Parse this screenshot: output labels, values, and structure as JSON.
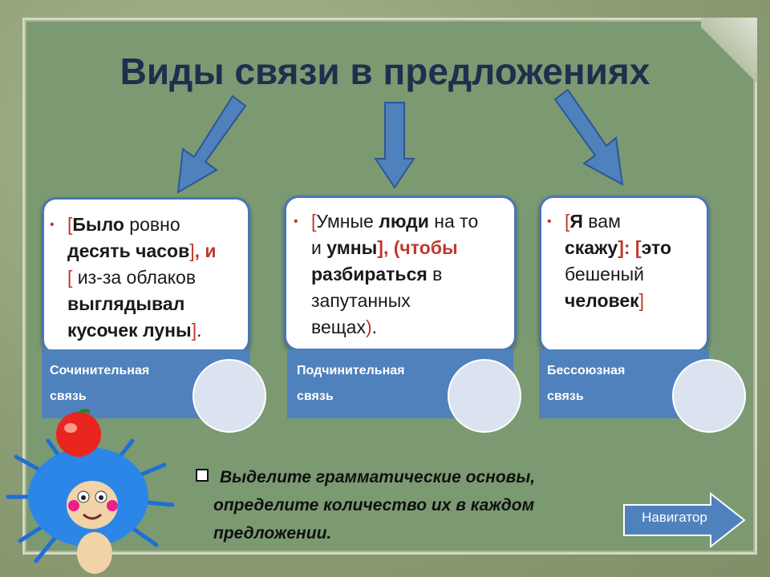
{
  "slide": {
    "title": "Виды связи в предложениях"
  },
  "cards": [
    {
      "category": "Сочинительная связь",
      "category_line1": "Сочинительная",
      "category_line2": "связь",
      "lines": {
        "l1_bracket": "[",
        "l1_bold": "Было",
        "l1_rest": " ровно",
        "l2_bold": "десять часов",
        "l2_bracket": "]",
        "l2_conj": ", и",
        "l3_bracket": "[",
        "l3_rest": " из-за облаков",
        "l4_bold": "выглядывал",
        "l5_bold": "кусочек луны",
        "l5_bracket": "]",
        "l5_end": "."
      }
    },
    {
      "category": "Подчинительная связь",
      "category_line1": "Подчинительная",
      "category_line2": "связь",
      "lines": {
        "l1_bracket": "[",
        "l1_rest": "Умные ",
        "l1_bold": "люди",
        "l1_rest2": " на то",
        "l2_rest": "и ",
        "l2_bold": "умны",
        "l2_bracket": "], (чтобы",
        "l3_bold": "разбираться",
        "l3_rest": " в",
        "l4_rest": "запутанных",
        "l5_rest": "вещах",
        "l5_bracket": ")",
        "l5_end": "."
      }
    },
    {
      "category": "Бессоюзная связь",
      "category_line1": "Бессоюзная",
      "category_line2": "связь",
      "lines": {
        "l1_bracket": "[",
        "l1_bold": "Я",
        "l1_rest": " вам",
        "l2_bold": "скажу",
        "l2_bracket": "]: [",
        "l2_bold2": "это",
        "l3_rest": "бешеный",
        "l4_bold": "человек",
        "l4_bracket": "]"
      }
    }
  ],
  "task": {
    "line1": "Выделите грамматические основы,",
    "line2": "определите количество их в каждом",
    "line3": "предложении."
  },
  "navigator": {
    "label": "Навигатор"
  },
  "colors": {
    "background": "#7b9a72",
    "title": "#1f2f4e",
    "accent_blue": "#4f81bd",
    "bracket_red": "#c0392b"
  },
  "icons": {
    "task_marker": "checkbox-icon",
    "mascot": "hedgehog-with-apple-icon",
    "arrows": "down-arrow-icon"
  }
}
